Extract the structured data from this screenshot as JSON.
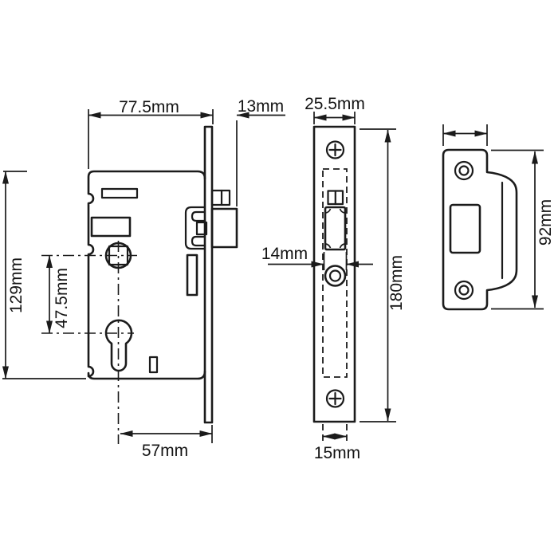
{
  "drawing": {
    "subject": "mortice-sashlock-technical-drawing",
    "views": [
      "lock case side view",
      "forend front view",
      "strike plate front view"
    ]
  },
  "dims": {
    "case_depth": "77.5mm",
    "latch_projection": "13mm",
    "case_height": "129mm",
    "centres": "47.5mm",
    "backset": "57mm",
    "forend_width": "25.5mm",
    "latch_width": "14mm",
    "forend_height": "180mm",
    "case_width": "15mm",
    "strike_height": "92mm"
  }
}
